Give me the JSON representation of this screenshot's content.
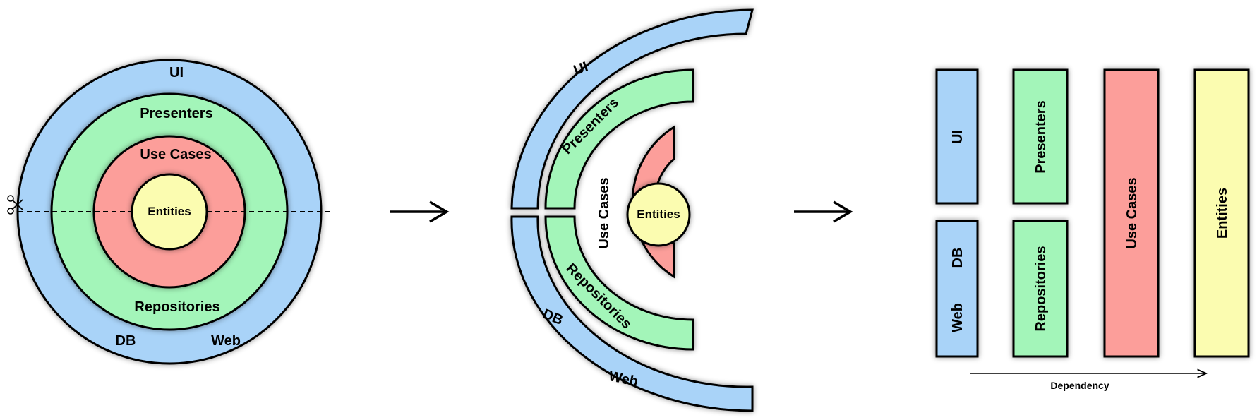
{
  "colors": {
    "ui": "#a9d3f8",
    "presenters": "#a3f5b9",
    "use_cases": "#fc9e9a",
    "entities": "#fbfcb0",
    "stroke": "#000000"
  },
  "icons": {
    "cut": "scissors-icon"
  },
  "onion": {
    "ui": "UI",
    "presenters": "Presenters",
    "use_cases": "Use Cases",
    "entities": "Entities",
    "repositories": "Repositories",
    "db": "DB",
    "web": "Web"
  },
  "split": {
    "ui": "UI",
    "presenters": "Presenters",
    "use_cases": "Use Cases",
    "entities": "Entities",
    "repositories": "Repositories",
    "db": "DB",
    "web": "Web"
  },
  "layers": {
    "ui": "UI",
    "presenters": "Presenters",
    "db": "DB",
    "web": "Web",
    "repositories": "Repositories",
    "use_cases": "Use Cases",
    "entities": "Entities",
    "dependency": "Dependency"
  }
}
